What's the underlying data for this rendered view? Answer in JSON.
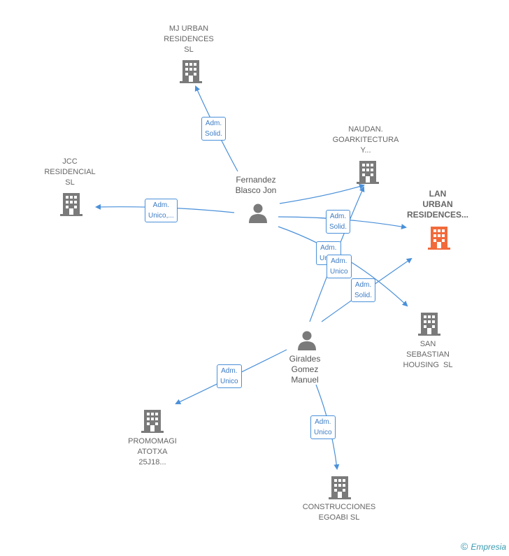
{
  "companies": {
    "mj_urban": [
      "MJ URBAN",
      "RESIDENCES",
      "SL"
    ],
    "naudan": [
      "NAUDAN.",
      "GOARKITECTURA",
      "Y..."
    ],
    "jcc": [
      "JCC",
      "RESIDENCIAL",
      "SL"
    ],
    "lan_urban": [
      "LAN",
      "URBAN",
      "RESIDENCES..."
    ],
    "san_sebastian": [
      "SAN",
      "SEBASTIAN",
      "HOUSING  SL"
    ],
    "promomagi": [
      "PROMOMAGI",
      "ATOTXA",
      "25J18..."
    ],
    "construcciones": [
      "CONSTRUCCIONES",
      "EGOABI SL"
    ]
  },
  "persons": {
    "fernandez": [
      "Fernandez",
      "Blasco Jon"
    ],
    "giraldes": [
      "Giraldes",
      "Gomez",
      "Manuel"
    ]
  },
  "edge_labels": {
    "fernandez_mj": [
      "Adm.",
      "Solid."
    ],
    "fernandez_jcc": [
      "Adm.",
      "Unico,..."
    ],
    "fernandez_naudan": [
      "Adm.",
      "Solid."
    ],
    "fernandez_san": [
      "Adm.",
      "Unico"
    ],
    "giraldes_naudan": [
      "Adm.",
      "Unico"
    ],
    "giraldes_lan": [
      "Adm.",
      "Solid."
    ],
    "giraldes_promomagi": [
      "Adm.",
      "Unico"
    ],
    "giraldes_construcciones": [
      "Adm.",
      "Unico"
    ]
  },
  "colors": {
    "edge": "#4a90d9",
    "building": "#7a7a7a",
    "building_focus": "#f26a3a",
    "person": "#7a7a7a"
  },
  "brand": {
    "copyright": "©",
    "name": "Empresia"
  }
}
